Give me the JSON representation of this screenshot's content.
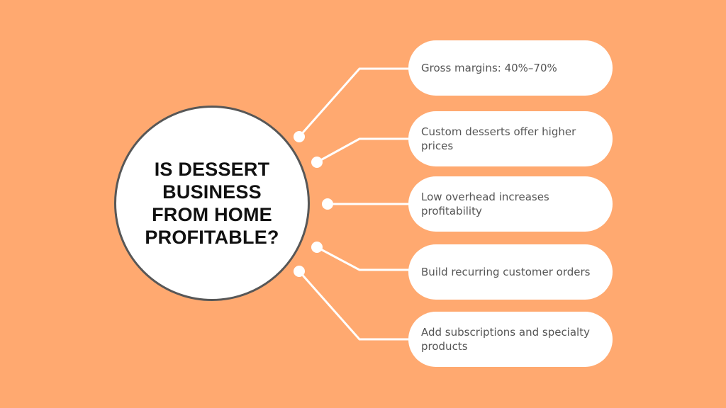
{
  "hub": {
    "title": "IS DESSERT BUSINESS FROM HOME PROFITABLE?"
  },
  "points": [
    {
      "text": "Gross margins: 40%–70%"
    },
    {
      "text": "Custom desserts offer higher prices"
    },
    {
      "text": "Low overhead increases profitability"
    },
    {
      "text": "Build recurring customer orders"
    },
    {
      "text": "Add subscriptions and specialty products"
    }
  ],
  "colors": {
    "background": "#FFA970",
    "hub_fill": "#FFFFFF",
    "hub_border": "#575757",
    "pill_fill": "#FFFFFF",
    "connector": "#FFFFFF",
    "title_text": "#111111",
    "body_text": "#555555"
  }
}
